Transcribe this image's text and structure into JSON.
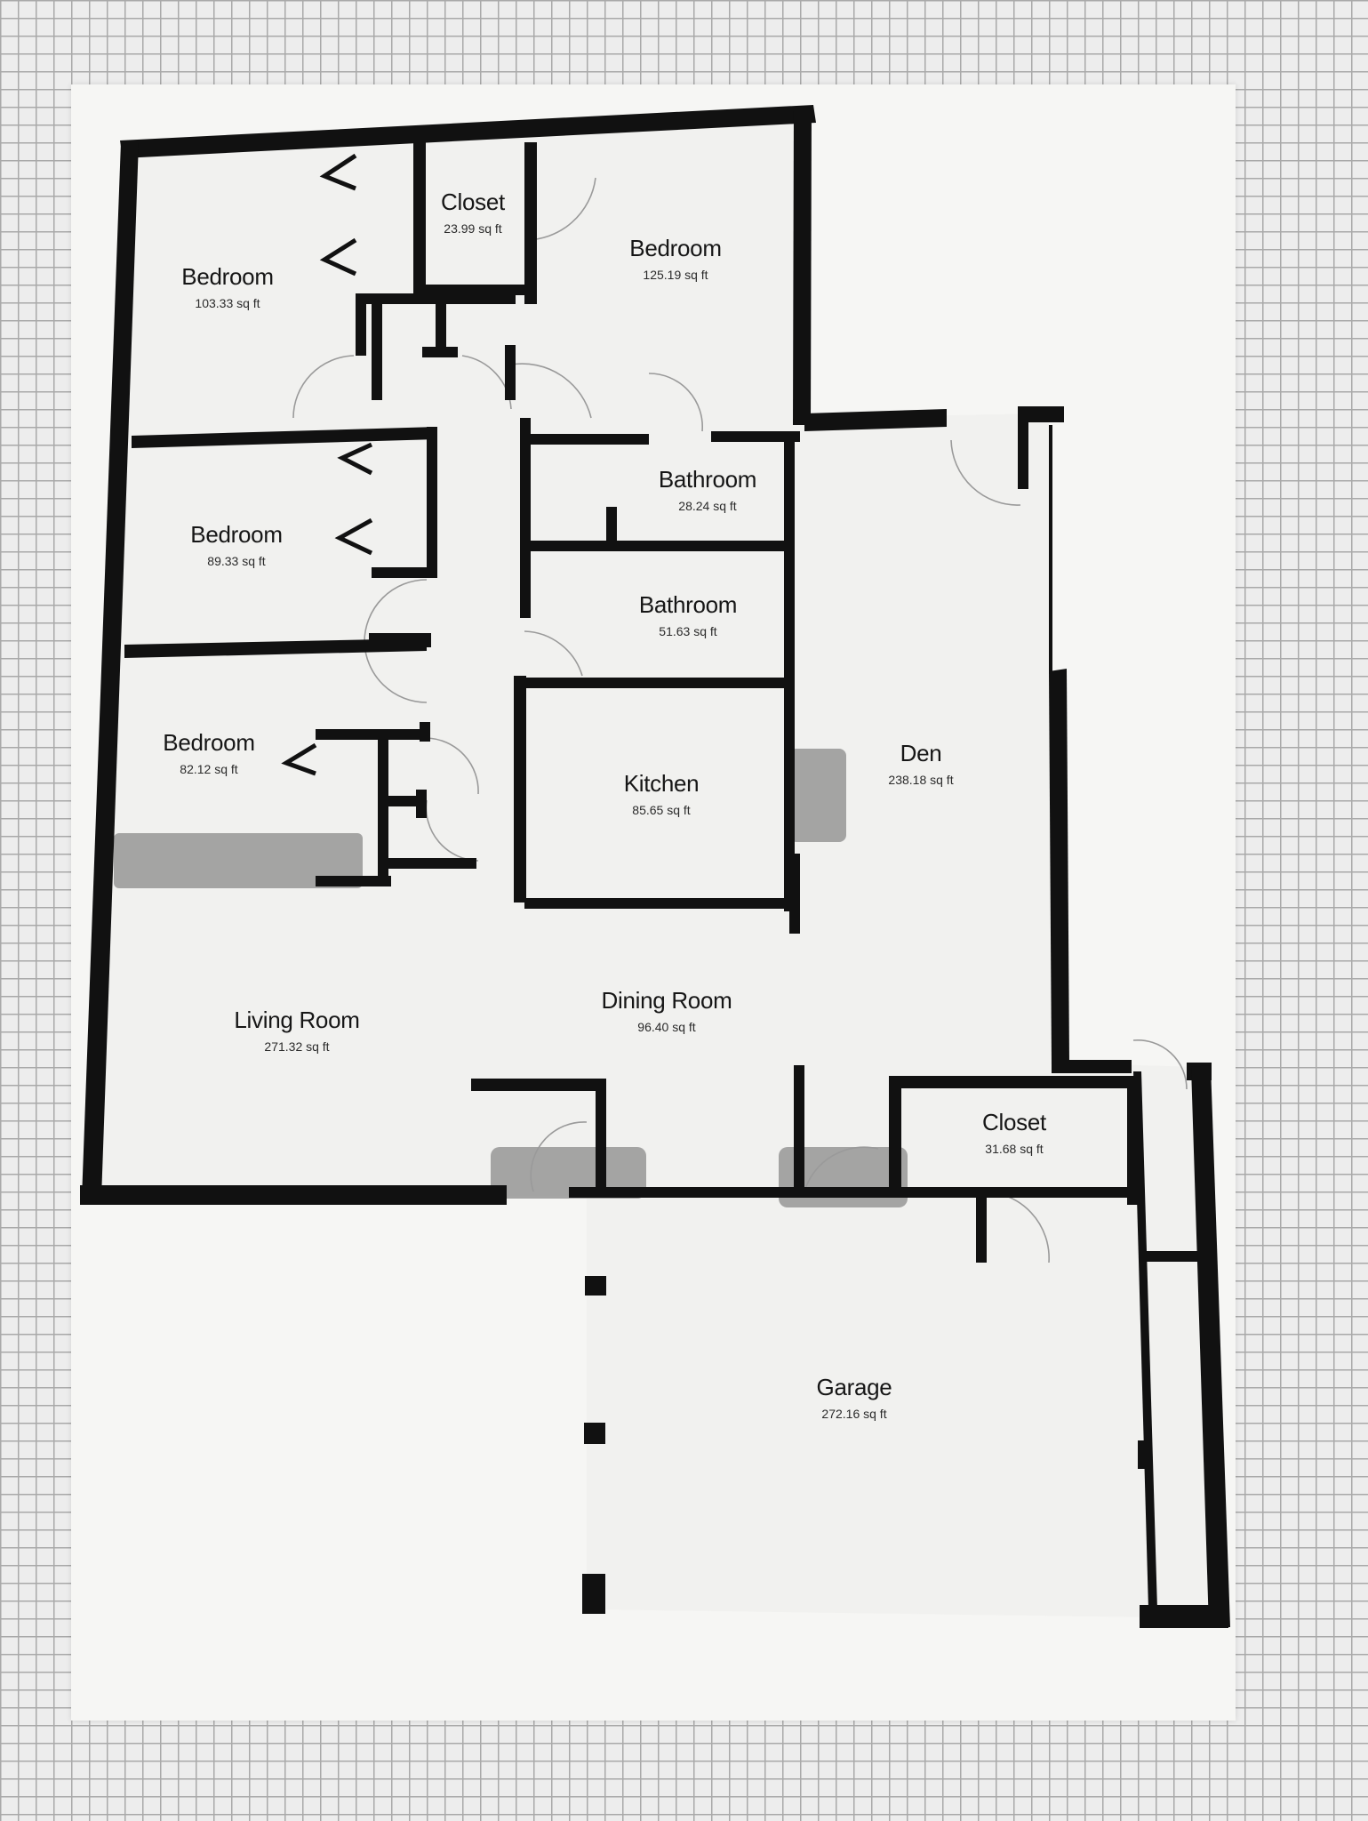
{
  "rooms": [
    {
      "name": "Bedroom",
      "area": "103.33 sq ft"
    },
    {
      "name": "Closet",
      "area": "23.99 sq ft"
    },
    {
      "name": "Bedroom",
      "area": "125.19 sq ft"
    },
    {
      "name": "Bedroom",
      "area": "89.33 sq ft"
    },
    {
      "name": "Bathroom",
      "area": "28.24 sq ft"
    },
    {
      "name": "Bathroom",
      "area": "51.63 sq ft"
    },
    {
      "name": "Bedroom",
      "area": "82.12 sq ft"
    },
    {
      "name": "Kitchen",
      "area": "85.65 sq ft"
    },
    {
      "name": "Den",
      "area": "238.18 sq ft"
    },
    {
      "name": "Living Room",
      "area": "271.32 sq ft"
    },
    {
      "name": "Dining Room",
      "area": "96.40 sq ft"
    },
    {
      "name": "Closet",
      "area": "31.68 sq ft"
    },
    {
      "name": "Garage",
      "area": "272.16 sq ft"
    }
  ],
  "colors": {
    "wall": "#111111",
    "floor": "#f2f2f0",
    "door_arc": "#9a9a9a",
    "smudge": "#8a8a8a"
  }
}
